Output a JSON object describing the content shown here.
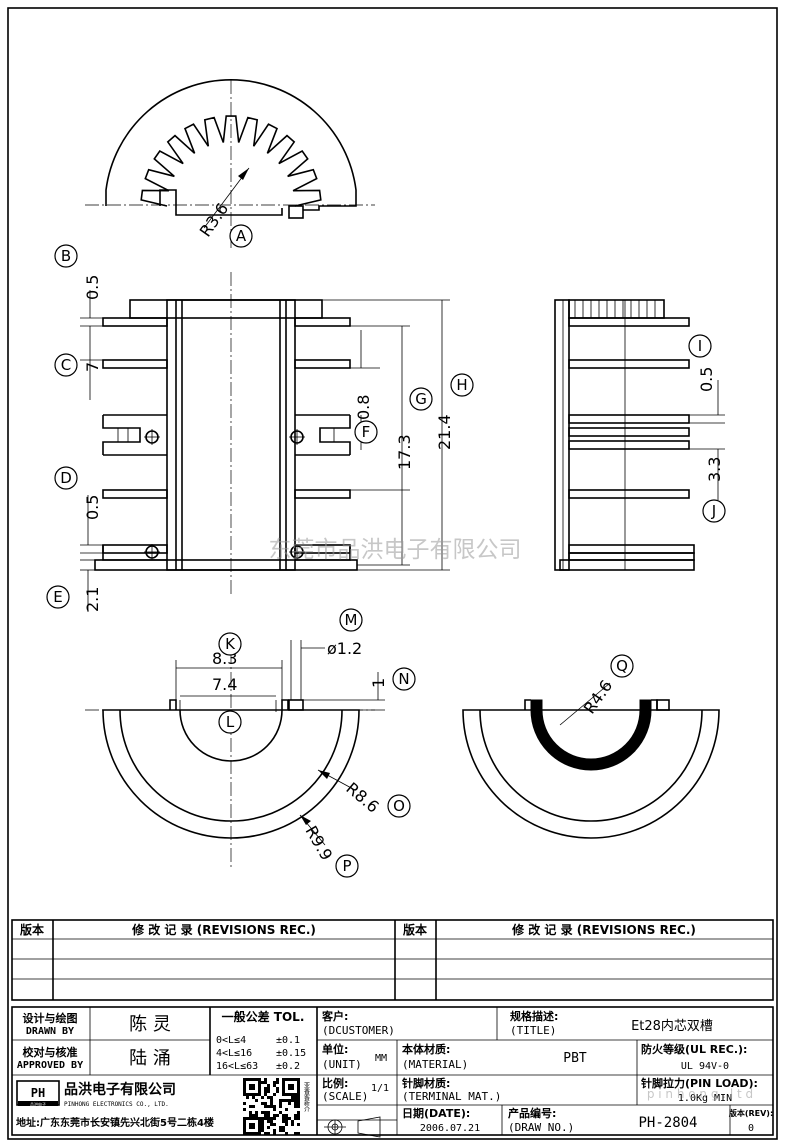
{
  "watermark": "东莞市品洪电子有限公司",
  "watermark_right": "p i n h o n g . l t d",
  "callouts": {
    "A": "A",
    "B": "B",
    "C": "C",
    "D": "D",
    "E": "E",
    "F": "F",
    "G": "G",
    "H": "H",
    "I": "I",
    "J": "J",
    "K": "K",
    "L": "L",
    "M": "M",
    "N": "N",
    "O": "O",
    "P": "P",
    "Q": "Q"
  },
  "dims": {
    "r36": "R3.6",
    "b": "0.5",
    "c": "7",
    "d": "0.5",
    "e": "2.1",
    "f": "0.8",
    "g": "17.3",
    "h": "21.4",
    "i": "0.5",
    "j": "3.3",
    "k": "8.3",
    "l": "7.4",
    "m": "ø1.2",
    "n": "1",
    "o": "R8.6",
    "p": "R9.9",
    "q": "R4.6"
  },
  "revisions": {
    "col_version": "版本",
    "col_record": "修 改 记 录 (REVISIONS REC.)"
  },
  "title_block": {
    "designer_label_cn": "设计与绘图",
    "designer_label_en": "DRAWN BY",
    "designer": "陈 灵",
    "checker_label_cn": "校对与核准",
    "checker_label_en": "APPROVED BY",
    "checker": "陆 涌",
    "tol_title": "一般公差 TOL.",
    "tol_rows": [
      {
        "range": "0<L≤4",
        "value": "±0.1"
      },
      {
        "range": "4<L≤16",
        "value": "±0.15"
      },
      {
        "range": "16<L≤63",
        "value": "±0.2"
      }
    ],
    "customer_label": "客户:",
    "customer_en": "(DCUSTOMER)",
    "spec_label": "规格描述:",
    "spec_en": "(TITLE)",
    "title": "Et28内芯双槽",
    "unit_label": "单位:",
    "unit_en": "(UNIT)",
    "unit": "MM",
    "material_label": "本体材质:",
    "material_en": "(MATERIAL)",
    "material": "PBT",
    "fire_label": "防火等级(UL REC.):",
    "fire": "UL 94V-0",
    "scale_label": "比例:",
    "scale_en": "(SCALE)",
    "scale": "1/1",
    "terminal_label": "针脚材质:",
    "terminal_en": "(TERMINAL MAT.)",
    "pinload_label": "针脚拉力(PIN LOAD):",
    "pinload": "1.0Kg MIN",
    "date_label": "日期(DATE):",
    "date": "2006.07.21",
    "drawno_label": "产品编号:",
    "drawno_en": "(DRAW NO.)",
    "drawno": "PH-2804",
    "rev_label": "版本(REV):",
    "rev": "0",
    "company_logo": "PH",
    "company_logo_sub": "品洪电子",
    "company_cn": "品洪电子有限公司",
    "company_en": "PINHONG ELECTRONICS CO., LTD.",
    "address": "地址:广东东莞市长安镇先兴北街5号二栋4楼",
    "qr_side": "亚香客新介"
  }
}
